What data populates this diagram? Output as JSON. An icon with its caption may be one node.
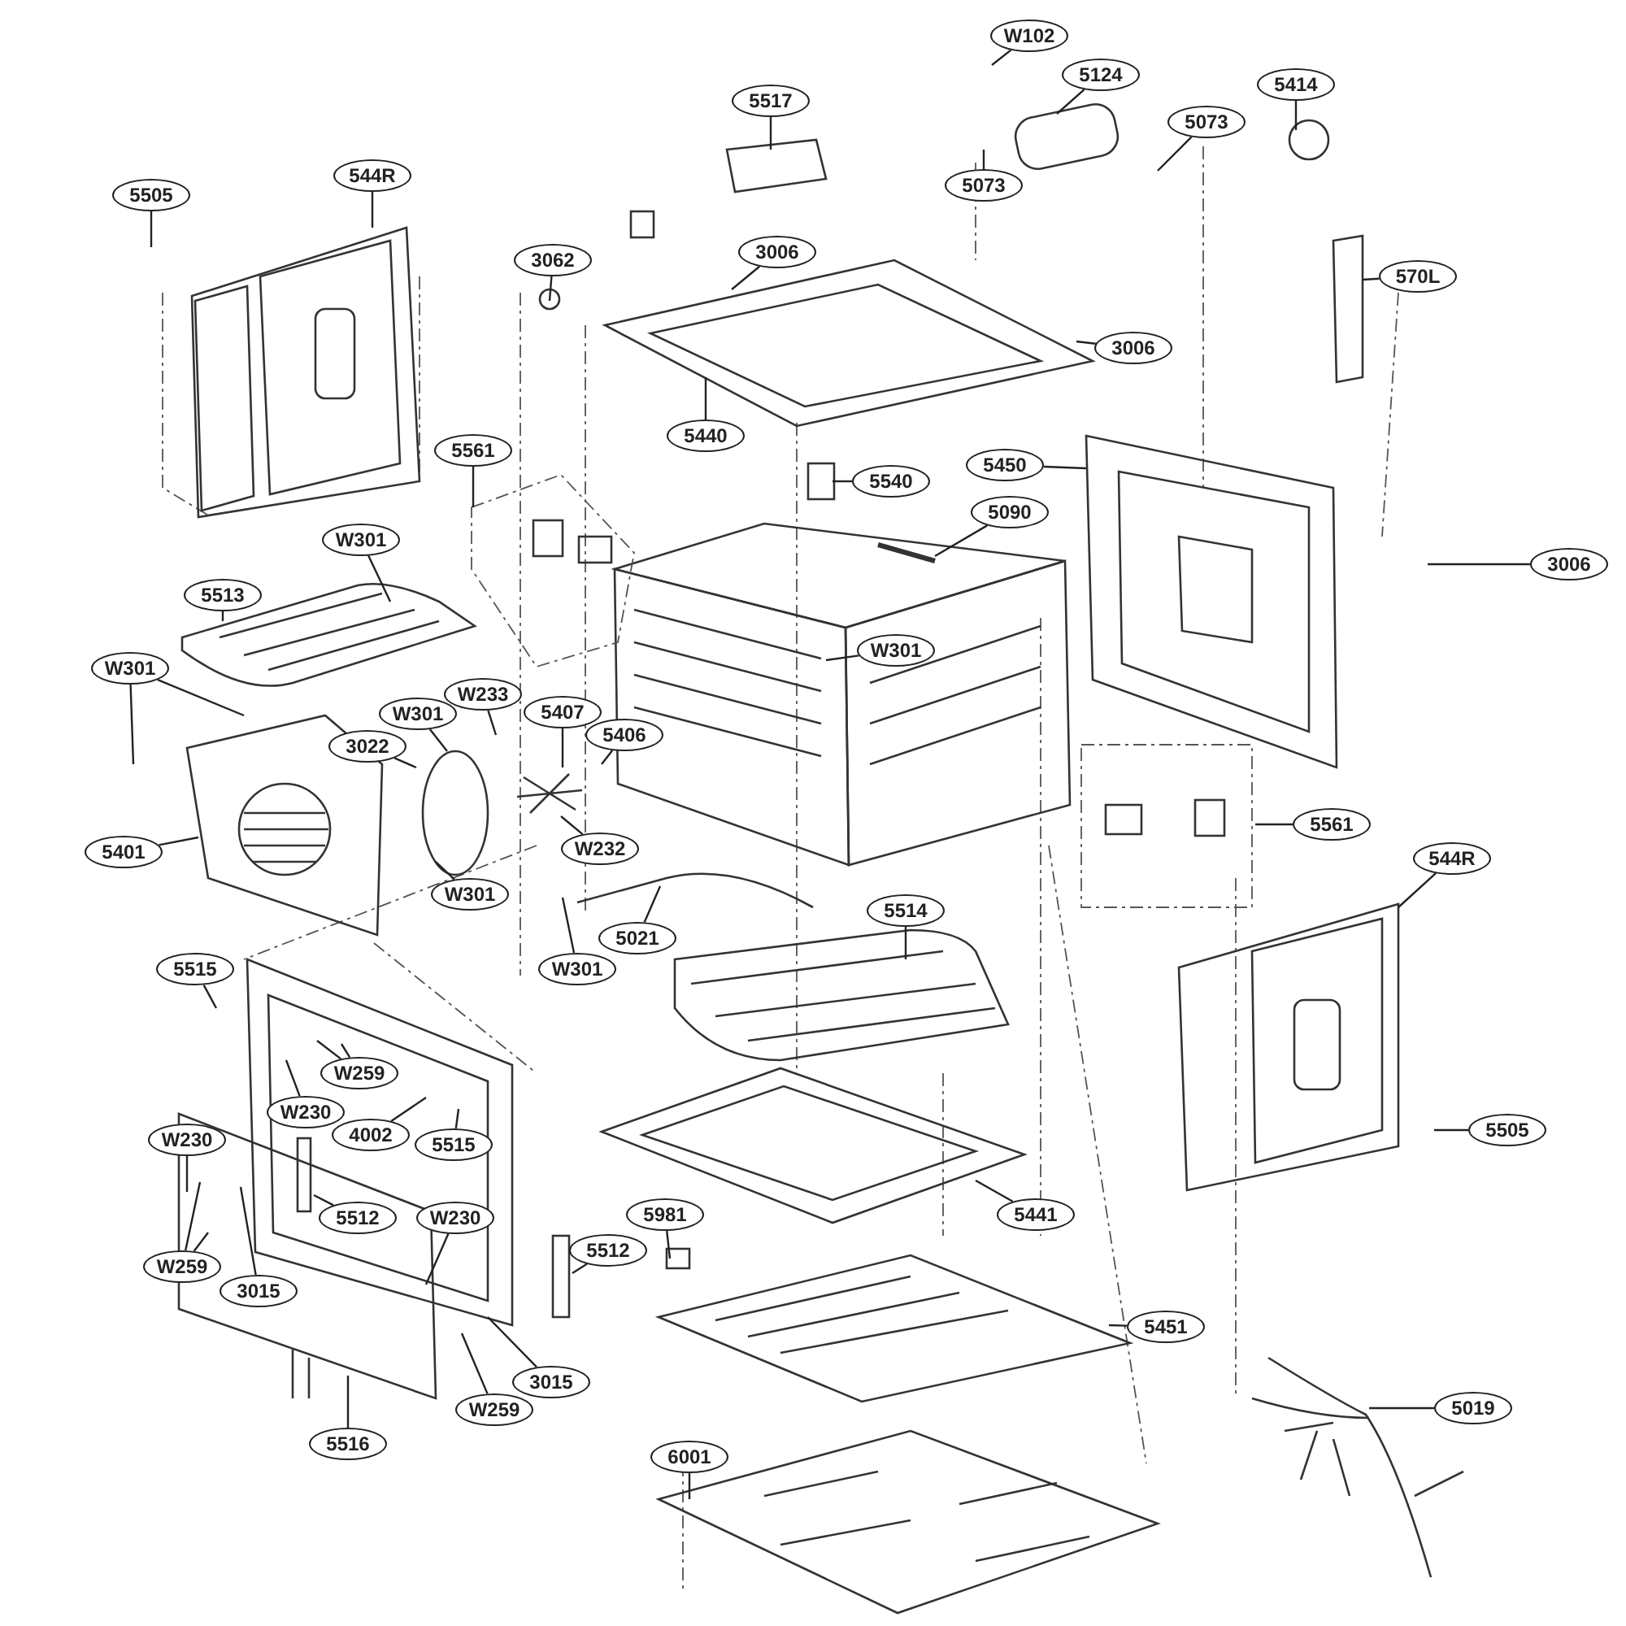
{
  "diagram": {
    "nodes": [
      {
        "text": [
          "W102"
        ]
      },
      {
        "text": [
          "5124"
        ]
      },
      {
        "text": [
          "5517"
        ]
      },
      {
        "text": [
          "5414"
        ]
      },
      {
        "text": [
          "5505"
        ]
      },
      {
        "text": [
          "544R"
        ]
      },
      {
        "text": [
          "5073"
        ]
      },
      {
        "text": [
          "5073"
        ]
      },
      {
        "text": [
          "3062"
        ]
      },
      {
        "text": [
          "3006"
        ]
      },
      {
        "text": [
          "570L"
        ]
      },
      {
        "text": [
          "3006"
        ]
      },
      {
        "text": [
          "5440"
        ]
      },
      {
        "text": [
          "5561"
        ]
      },
      {
        "text": [
          "5450"
        ]
      },
      {
        "text": [
          "5540"
        ]
      },
      {
        "text": [
          "5090"
        ]
      },
      {
        "text": [
          "W301"
        ]
      },
      {
        "text": [
          "3006"
        ]
      },
      {
        "text": [
          "5513"
        ]
      },
      {
        "text": [
          "W301"
        ]
      },
      {
        "text": [
          "W301"
        ]
      },
      {
        "text": [
          "W233"
        ]
      },
      {
        "text": [
          "5407"
        ]
      },
      {
        "text": [
          "5406"
        ]
      },
      {
        "text": [
          "W301"
        ]
      },
      {
        "text": [
          "3022"
        ]
      },
      {
        "text": [
          "5401"
        ]
      },
      {
        "text": [
          "W232"
        ]
      },
      {
        "text": [
          "5561"
        ]
      },
      {
        "text": [
          "W301"
        ]
      },
      {
        "text": [
          "544R"
        ]
      },
      {
        "text": [
          "5514"
        ]
      },
      {
        "text": [
          "5021"
        ]
      },
      {
        "text": [
          "W301"
        ]
      },
      {
        "text": [
          "5515"
        ]
      },
      {
        "text": [
          "W259"
        ]
      },
      {
        "text": [
          "W230"
        ]
      },
      {
        "text": [
          "4002"
        ]
      },
      {
        "text": [
          "5515"
        ]
      },
      {
        "text": [
          "W230"
        ]
      },
      {
        "text": [
          "5505"
        ]
      },
      {
        "text": [
          "5512"
        ]
      },
      {
        "text": [
          "W230"
        ]
      },
      {
        "text": [
          "5441"
        ]
      },
      {
        "text": [
          "5981"
        ]
      },
      {
        "text": [
          "5512"
        ]
      },
      {
        "text": [
          "W259"
        ]
      },
      {
        "text": [
          "3015"
        ]
      },
      {
        "text": [
          "5451"
        ]
      },
      {
        "text": [
          "3015"
        ]
      },
      {
        "text": [
          "W259"
        ]
      },
      {
        "text": [
          "5019"
        ]
      },
      {
        "text": [
          "5516"
        ]
      },
      {
        "text": [
          "6001"
        ]
      }
    ],
    "edges": [
      {
        "from": 0,
        "to": null,
        "arrow": "none"
      },
      {
        "from": 1,
        "to": null,
        "arrow": "none"
      },
      {
        "from": 2,
        "to": null,
        "arrow": "none"
      },
      {
        "from": 3,
        "to": null,
        "arrow": "none"
      },
      {
        "from": 4,
        "to": null,
        "arrow": "none"
      },
      {
        "from": 5,
        "to": null,
        "arrow": "none"
      },
      {
        "from": 6,
        "to": null,
        "arrow": "none"
      },
      {
        "from": 7,
        "to": null,
        "arrow": "none"
      },
      {
        "from": 8,
        "to": null,
        "arrow": "none"
      },
      {
        "from": 9,
        "to": null,
        "arrow": "none"
      },
      {
        "from": 10,
        "to": null,
        "arrow": "none"
      },
      {
        "from": 11,
        "to": null,
        "arrow": "none"
      },
      {
        "from": 12,
        "to": null,
        "arrow": "none"
      },
      {
        "from": 13,
        "to": null,
        "arrow": "none"
      },
      {
        "from": 14,
        "to": null,
        "arrow": "none"
      },
      {
        "from": 15,
        "to": null,
        "arrow": "none"
      },
      {
        "from": 16,
        "to": null,
        "arrow": "none"
      },
      {
        "from": 17,
        "to": null,
        "arrow": "none"
      },
      {
        "from": 18,
        "to": null,
        "arrow": "none"
      },
      {
        "from": 19,
        "to": null,
        "arrow": "none"
      },
      {
        "from": 20,
        "to": null,
        "arrow": "none"
      },
      {
        "from": 21,
        "to": null,
        "arrow": "none"
      },
      {
        "from": 21,
        "to": null,
        "arrow": "none"
      },
      {
        "from": 22,
        "to": null,
        "arrow": "none"
      },
      {
        "from": 23,
        "to": null,
        "arrow": "none"
      },
      {
        "from": 24,
        "to": null,
        "arrow": "none"
      },
      {
        "from": 25,
        "to": null,
        "arrow": "none"
      },
      {
        "from": 26,
        "to": null,
        "arrow": "none"
      },
      {
        "from": 27,
        "to": null,
        "arrow": "none"
      },
      {
        "from": 28,
        "to": null,
        "arrow": "none"
      },
      {
        "from": 29,
        "to": null,
        "arrow": "none"
      },
      {
        "from": 30,
        "to": null,
        "arrow": "none"
      },
      {
        "from": 31,
        "to": null,
        "arrow": "none"
      },
      {
        "from": 32,
        "to": null,
        "arrow": "none"
      },
      {
        "from": 33,
        "to": null,
        "arrow": "none"
      },
      {
        "from": 34,
        "to": null,
        "arrow": "none"
      },
      {
        "from": 35,
        "to": null,
        "arrow": "none"
      },
      {
        "from": 36,
        "to": null,
        "arrow": "none"
      },
      {
        "from": 36,
        "to": null,
        "arrow": "none"
      },
      {
        "from": 37,
        "to": null,
        "arrow": "none"
      },
      {
        "from": 38,
        "to": null,
        "arrow": "none"
      },
      {
        "from": 39,
        "to": null,
        "arrow": "none"
      },
      {
        "from": 40,
        "to": null,
        "arrow": "none"
      },
      {
        "from": 41,
        "to": null,
        "arrow": "none"
      },
      {
        "from": 42,
        "to": null,
        "arrow": "none"
      },
      {
        "from": 43,
        "to": null,
        "arrow": "none"
      },
      {
        "from": 44,
        "to": null,
        "arrow": "none"
      },
      {
        "from": 45,
        "to": null,
        "arrow": "none"
      },
      {
        "from": 46,
        "to": null,
        "arrow": "none"
      },
      {
        "from": 47,
        "to": null,
        "arrow": "none"
      },
      {
        "from": 47,
        "to": null,
        "arrow": "none"
      },
      {
        "from": 48,
        "to": null,
        "arrow": "none"
      },
      {
        "from": 49,
        "to": null,
        "arrow": "none"
      },
      {
        "from": 50,
        "to": null,
        "arrow": "none"
      },
      {
        "from": 51,
        "to": null,
        "arrow": "none"
      },
      {
        "from": 52,
        "to": null,
        "arrow": "none"
      },
      {
        "from": 53,
        "to": null,
        "arrow": "none"
      },
      {
        "from": 54,
        "to": null,
        "arrow": "none"
      }
    ]
  }
}
